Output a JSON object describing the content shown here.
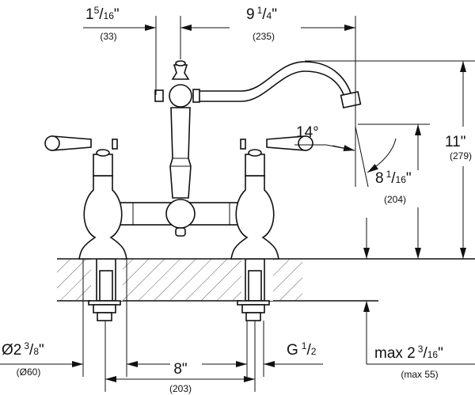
{
  "dimensions": {
    "offset": {
      "whole": "1",
      "num": "5",
      "den": "16",
      "unit": "\"",
      "metric": "(33)"
    },
    "reach": {
      "whole": "9",
      "num": "1",
      "den": "4",
      "unit": "\"",
      "metric": "(235)"
    },
    "angle": {
      "label": "14°"
    },
    "total_height": {
      "whole": "11",
      "unit": "\"",
      "metric": "(279)"
    },
    "spout_height": {
      "whole": "8",
      "num": "1",
      "den": "16",
      "unit": "\"",
      "metric": "(204)"
    },
    "hole_diameter": {
      "whole": "Ø2",
      "num": "3",
      "den": "8",
      "unit": "\"",
      "metric": "(Ø60)"
    },
    "thread": {
      "whole": "G",
      "num": "1",
      "den": "2"
    },
    "centers": {
      "whole": "8",
      "unit": "\"",
      "metric": "(203)"
    },
    "deck_thickness": {
      "whole": "max 2",
      "num": "3",
      "den": "16",
      "unit": "\"",
      "metric": "(max 55)"
    }
  }
}
